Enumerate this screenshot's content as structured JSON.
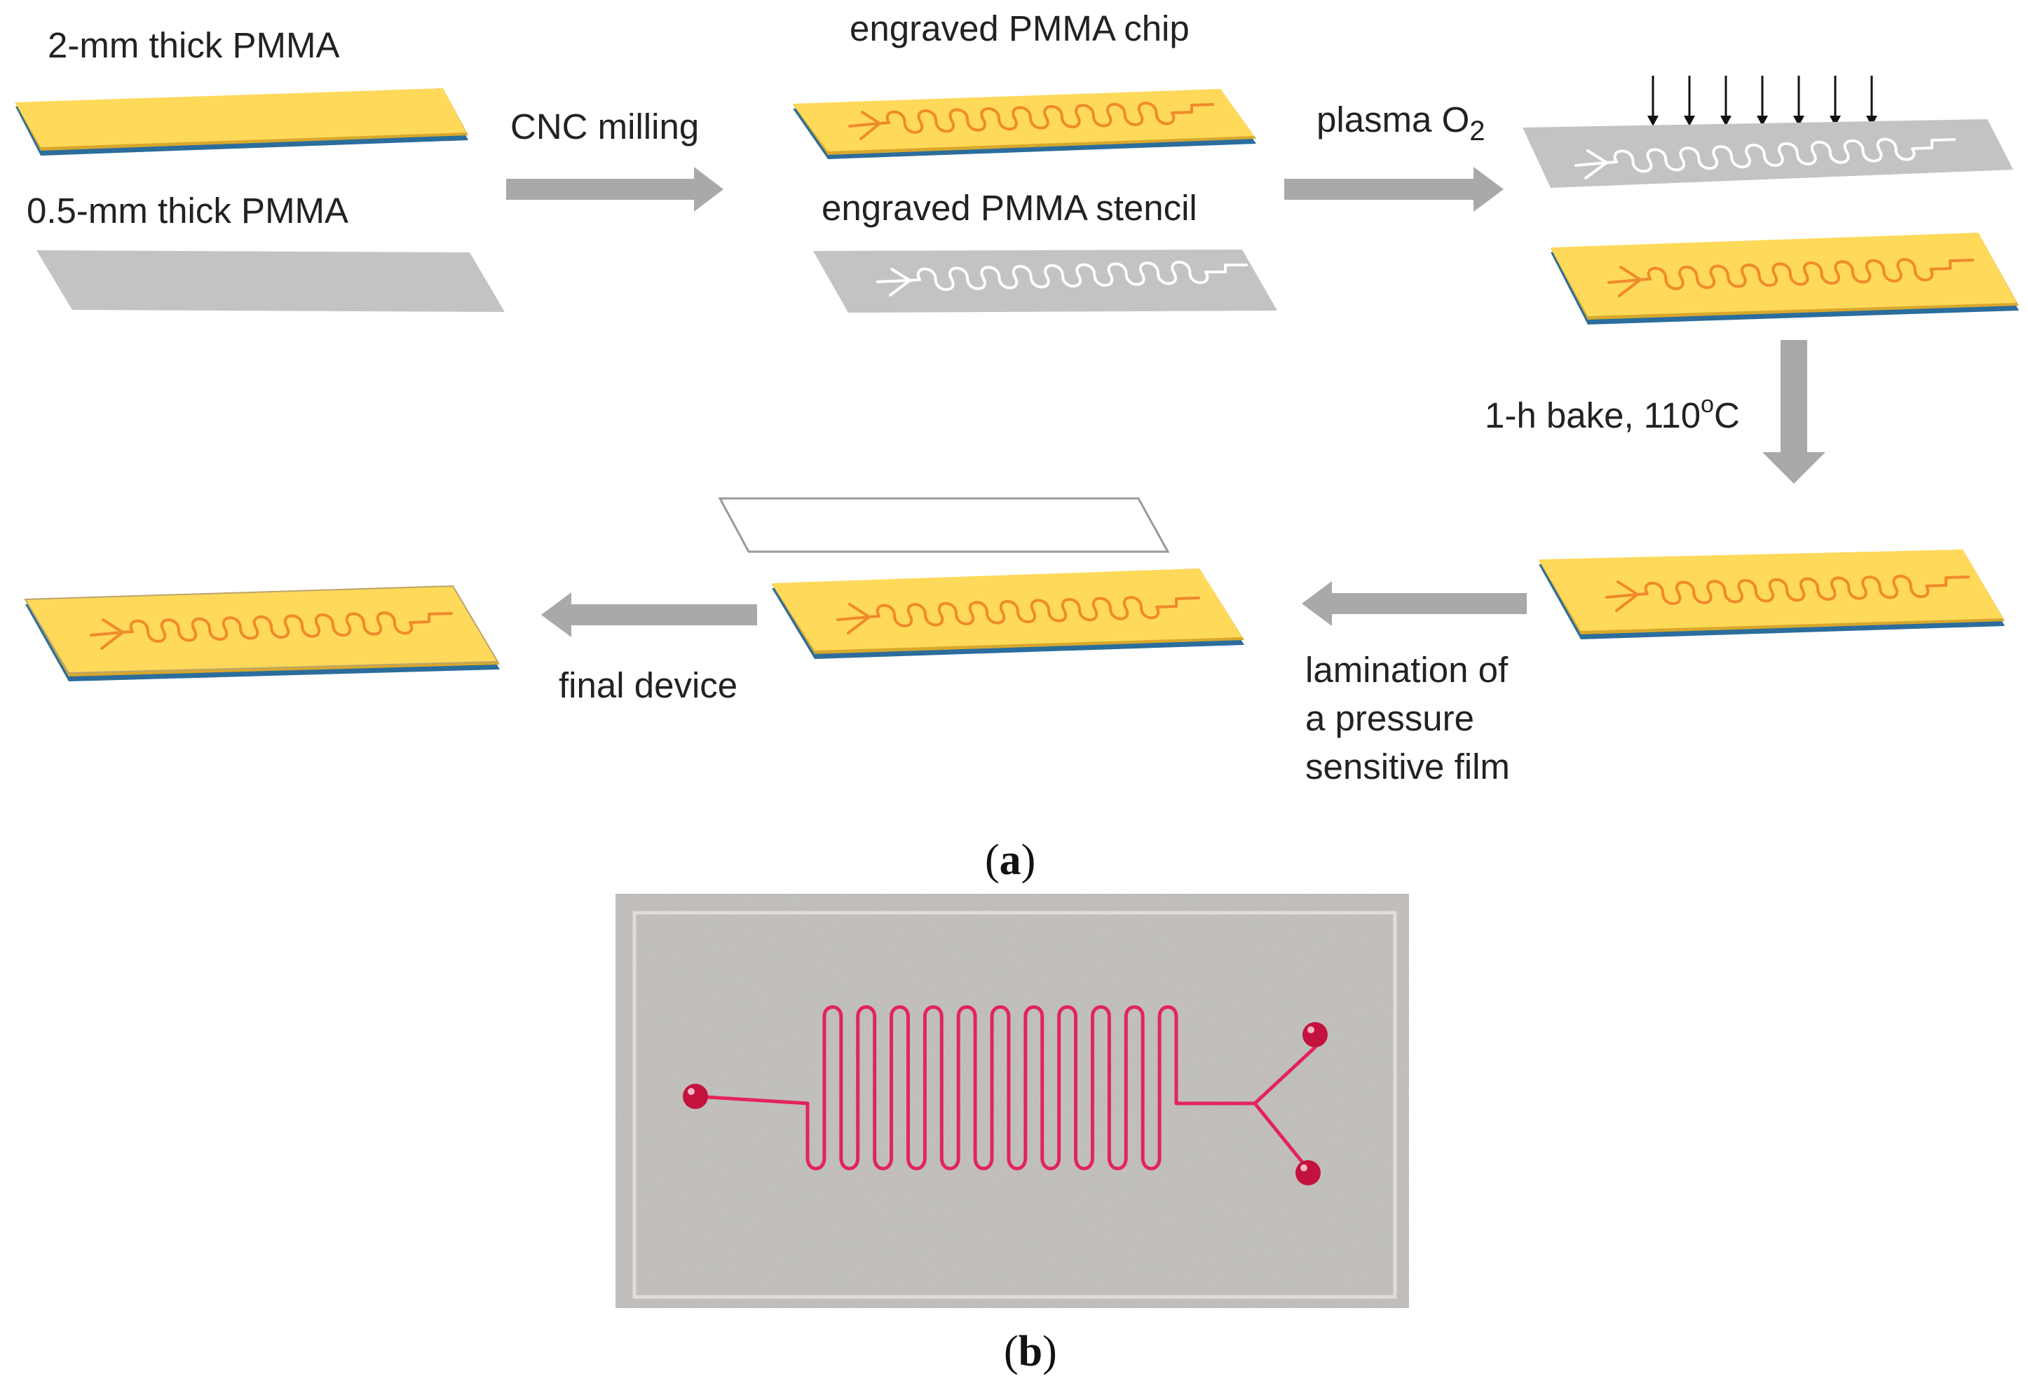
{
  "colors": {
    "pmma_top": "#ffd95a",
    "pmma_edge_yellow": "#d8a82c",
    "pmma_base_blue": "#2b6d9c",
    "stencil_gray": "#c3c3c3",
    "arrow_gray": "#a9a9a9",
    "channel_orange": "#f08a2a",
    "channel_white": "#ffffff",
    "photo_background": "#cdcac6",
    "photo_channel_red": "#e3245a"
  },
  "icons": {
    "arrow": "block-arrow",
    "plasma": "down-arrow-row"
  },
  "labels": {
    "pmma_2mm": "2-mm thick PMMA",
    "pmma_05mm": "0.5-mm thick PMMA",
    "cnc": "CNC milling",
    "engraved_chip": "engraved PMMA chip",
    "engraved_stencil": "engraved PMMA stencil",
    "plasma": "plasma O",
    "plasma_sub": "2",
    "bake": "1-h bake, 110",
    "bake_sup": "o",
    "bake_unit": "C",
    "lamination_1": "lamination of",
    "lamination_2": "a pressure",
    "lamination_3": "sensitive film",
    "final": "final device"
  },
  "captions": {
    "a_open": "(",
    "a_letter": "a",
    "a_close": ")",
    "b_open": "(",
    "b_letter": "b",
    "b_close": ")"
  }
}
